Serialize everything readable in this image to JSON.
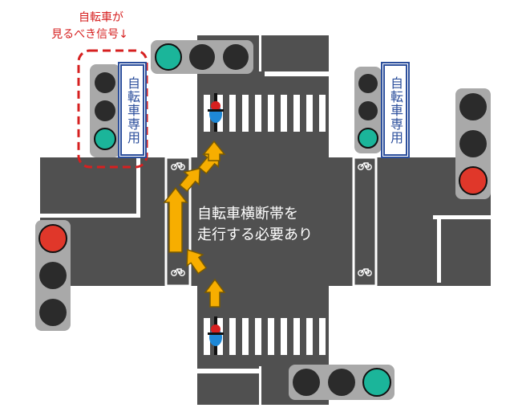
{
  "annotation": {
    "line1": "自転車が",
    "line2": "見るべき信号↓"
  },
  "sign_text": "自転車専用",
  "road_message": {
    "line1": "自転車横断帯を",
    "line2": "走行する必要あり"
  },
  "colors": {
    "road": "#505050",
    "marking": "#ffffff",
    "signal_housing": "#a9a9a9",
    "lamp_off": "#2b2b2b",
    "lamp_green": "#1bb59a",
    "lamp_red": "#e0372a",
    "arrow": "#f7ae00",
    "annotation": "#d62020",
    "sign": "#2c4f9c"
  },
  "signals": {
    "top_horizontal": {
      "lit": "green"
    },
    "bicycle_dedicated_left": {
      "lit": "green"
    },
    "bicycle_dedicated_right": {
      "lit": "green"
    },
    "right_vertical": {
      "lit": "red"
    },
    "left_vertical": {
      "lit": "red"
    },
    "bottom_horizontal": {
      "lit": "green"
    }
  },
  "icons": [
    "bicycle-lane-icon",
    "bicycle-rider-icon",
    "yellow-arrow-icon",
    "traffic-signal-icon"
  ]
}
